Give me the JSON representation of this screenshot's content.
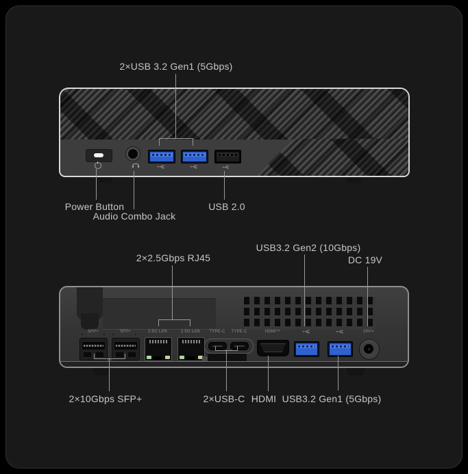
{
  "front_view": {
    "top_label": "2×USB 3.2 Gen1 (5Gbps)",
    "power_label": "Power Button",
    "audio_label": "Audio Combo Jack",
    "usb2_label": "USB 2.0"
  },
  "back_view": {
    "rj45_label": "2×2.5Gbps RJ45",
    "usb_gen2_label": "USB3.2 Gen2 (10Gbps)",
    "dc_label": "DC 19V",
    "sfp_label": "2×10Gbps SFP+",
    "usbc_label": "2×USB-C",
    "hdmi_label": "HDMI",
    "usb_gen1_label": "USB3.2 Gen1 (5Gbps)",
    "port_labels": {
      "sfp1": "SFP+",
      "sfp2": "SFP+",
      "lan1": "2.5G LAN",
      "lan2": "2.5G LAN",
      "typec1": "TYPE-C",
      "typec2": "TYPE-C",
      "hdmi": "HDMI™",
      "dc": "19V⎓"
    }
  },
  "icons": {
    "power": "power-symbol-circle-with-line",
    "audio": "headphone-symbol",
    "usb3": "superspeed-usb-trident",
    "usb2": "usb-trident"
  },
  "colors": {
    "card_bg": "#191919",
    "label_text": "#c7c7c7",
    "callout_line": "#9a9a9a",
    "usb3_port_blue": "#2f62cf",
    "rj45_led_green": "#a9d7a1",
    "rj45_led_amber": "#d2c9a2"
  }
}
